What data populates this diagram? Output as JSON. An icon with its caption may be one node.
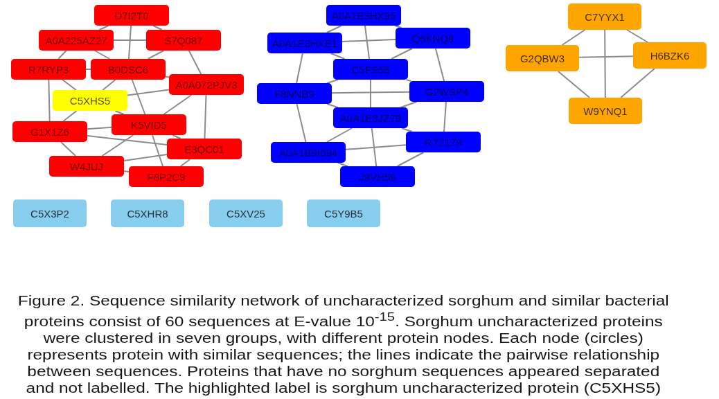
{
  "diagram": {
    "caption": "Figure 2. Sequence similarity network of uncharacterized sorghum and similar bacterial proteins consist of 60 sequences at E-value 10$^{-15}$. Sorghum uncharacterized proteins were clustered in seven groups, with different protein nodes. Each node (circles) represents protein with similar sequences; the lines indicate the pairwise relationship between sequences. Proteins that have no sorghum sequences appeared separated and not labelled. The highlighted label is sorghum uncharacterized protein (C5XHS5)",
    "nodes": [
      {
        "text": [
          "D7I2T0"
        ]
      },
      {
        "text": [
          "A0A225AZ27"
        ]
      },
      {
        "text": [
          "S7Q087"
        ]
      },
      {
        "text": [
          "R7RYP3"
        ]
      },
      {
        "text": [
          "B0DSC6"
        ]
      },
      {
        "text": [
          "A0A072PJV3"
        ]
      },
      {
        "text": [
          "C5XHS5"
        ]
      },
      {
        "text": [
          "K5VID5"
        ]
      },
      {
        "text": [
          "G1X1Z6"
        ]
      },
      {
        "text": [
          "E3QC01"
        ]
      },
      {
        "text": [
          "W4JUJ"
        ]
      },
      {
        "text": [
          "F8P2C9"
        ]
      },
      {
        "text": [
          "A0A1E3HX95"
        ]
      },
      {
        "text": [
          "A0A1E3HXE1"
        ]
      },
      {
        "text": [
          "Q5KNQ9"
        ]
      },
      {
        "text": [
          "C5FS55"
        ]
      },
      {
        "text": [
          "F8NNB9"
        ]
      },
      {
        "text": [
          "G2WSP4"
        ]
      },
      {
        "text": [
          "A0A1E3JZ79"
        ]
      },
      {
        "text": [
          "R7Z179"
        ]
      },
      {
        "text": [
          "A0A1B9I694"
        ]
      },
      {
        "text": [
          "J9VH59"
        ]
      },
      {
        "text": [
          "C7YYX1"
        ]
      },
      {
        "text": [
          "G2QBW3"
        ]
      },
      {
        "text": [
          "H6BZK6"
        ]
      },
      {
        "text": [
          "W9YNQ1"
        ]
      },
      {
        "text": [
          "C5X3P2"
        ]
      },
      {
        "text": [
          "C5XHR8"
        ]
      },
      {
        "text": [
          "C5XV25"
        ]
      },
      {
        "text": [
          "C5Y9B5"
        ]
      }
    ],
    "edges": [
      {
        "from": 0,
        "to": 1,
        "arrow": "none"
      },
      {
        "from": 0,
        "to": 2,
        "arrow": "none"
      },
      {
        "from": 0,
        "to": 4,
        "arrow": "none"
      },
      {
        "from": 1,
        "to": 2,
        "arrow": "none"
      },
      {
        "from": 1,
        "to": 3,
        "arrow": "none"
      },
      {
        "from": 1,
        "to": 4,
        "arrow": "none"
      },
      {
        "from": 2,
        "to": 4,
        "arrow": "none"
      },
      {
        "from": 2,
        "to": 5,
        "arrow": "none"
      },
      {
        "from": 3,
        "to": 4,
        "arrow": "none"
      },
      {
        "from": 3,
        "to": 6,
        "arrow": "none"
      },
      {
        "from": 3,
        "to": 8,
        "arrow": "none"
      },
      {
        "from": 4,
        "to": 5,
        "arrow": "none"
      },
      {
        "from": 4,
        "to": 6,
        "arrow": "none"
      },
      {
        "from": 4,
        "to": 7,
        "arrow": "none"
      },
      {
        "from": 5,
        "to": 6,
        "arrow": "none"
      },
      {
        "from": 5,
        "to": 7,
        "arrow": "none"
      },
      {
        "from": 5,
        "to": 9,
        "arrow": "none"
      },
      {
        "from": 6,
        "to": 7,
        "arrow": "none"
      },
      {
        "from": 6,
        "to": 8,
        "arrow": "none"
      },
      {
        "from": 7,
        "to": 8,
        "arrow": "none"
      },
      {
        "from": 7,
        "to": 9,
        "arrow": "none"
      },
      {
        "from": 7,
        "to": 10,
        "arrow": "none"
      },
      {
        "from": 7,
        "to": 11,
        "arrow": "none"
      },
      {
        "from": 8,
        "to": 9,
        "arrow": "none"
      },
      {
        "from": 8,
        "to": 10,
        "arrow": "none"
      },
      {
        "from": 9,
        "to": 10,
        "arrow": "none"
      },
      {
        "from": 9,
        "to": 11,
        "arrow": "none"
      },
      {
        "from": 10,
        "to": 11,
        "arrow": "none"
      },
      {
        "from": 12,
        "to": 13,
        "arrow": "none"
      },
      {
        "from": 12,
        "to": 14,
        "arrow": "none"
      },
      {
        "from": 12,
        "to": 15,
        "arrow": "none"
      },
      {
        "from": 13,
        "to": 14,
        "arrow": "none"
      },
      {
        "from": 13,
        "to": 15,
        "arrow": "none"
      },
      {
        "from": 13,
        "to": 16,
        "arrow": "none"
      },
      {
        "from": 14,
        "to": 15,
        "arrow": "none"
      },
      {
        "from": 14,
        "to": 17,
        "arrow": "none"
      },
      {
        "from": 15,
        "to": 16,
        "arrow": "none"
      },
      {
        "from": 15,
        "to": 17,
        "arrow": "none"
      },
      {
        "from": 15,
        "to": 18,
        "arrow": "none"
      },
      {
        "from": 16,
        "to": 17,
        "arrow": "none"
      },
      {
        "from": 16,
        "to": 18,
        "arrow": "none"
      },
      {
        "from": 16,
        "to": 20,
        "arrow": "none"
      },
      {
        "from": 17,
        "to": 18,
        "arrow": "none"
      },
      {
        "from": 17,
        "to": 19,
        "arrow": "none"
      },
      {
        "from": 18,
        "to": 19,
        "arrow": "none"
      },
      {
        "from": 18,
        "to": 20,
        "arrow": "none"
      },
      {
        "from": 18,
        "to": 21,
        "arrow": "none"
      },
      {
        "from": 19,
        "to": 20,
        "arrow": "none"
      },
      {
        "from": 19,
        "to": 21,
        "arrow": "none"
      },
      {
        "from": 20,
        "to": 21,
        "arrow": "none"
      },
      {
        "from": 22,
        "to": 23,
        "arrow": "none"
      },
      {
        "from": 22,
        "to": 24,
        "arrow": "none"
      },
      {
        "from": 22,
        "to": 25,
        "arrow": "none"
      },
      {
        "from": 23,
        "to": 24,
        "arrow": "none"
      },
      {
        "from": 23,
        "to": 25,
        "arrow": "none"
      },
      {
        "from": 24,
        "to": 25,
        "arrow": "none"
      }
    ]
  }
}
